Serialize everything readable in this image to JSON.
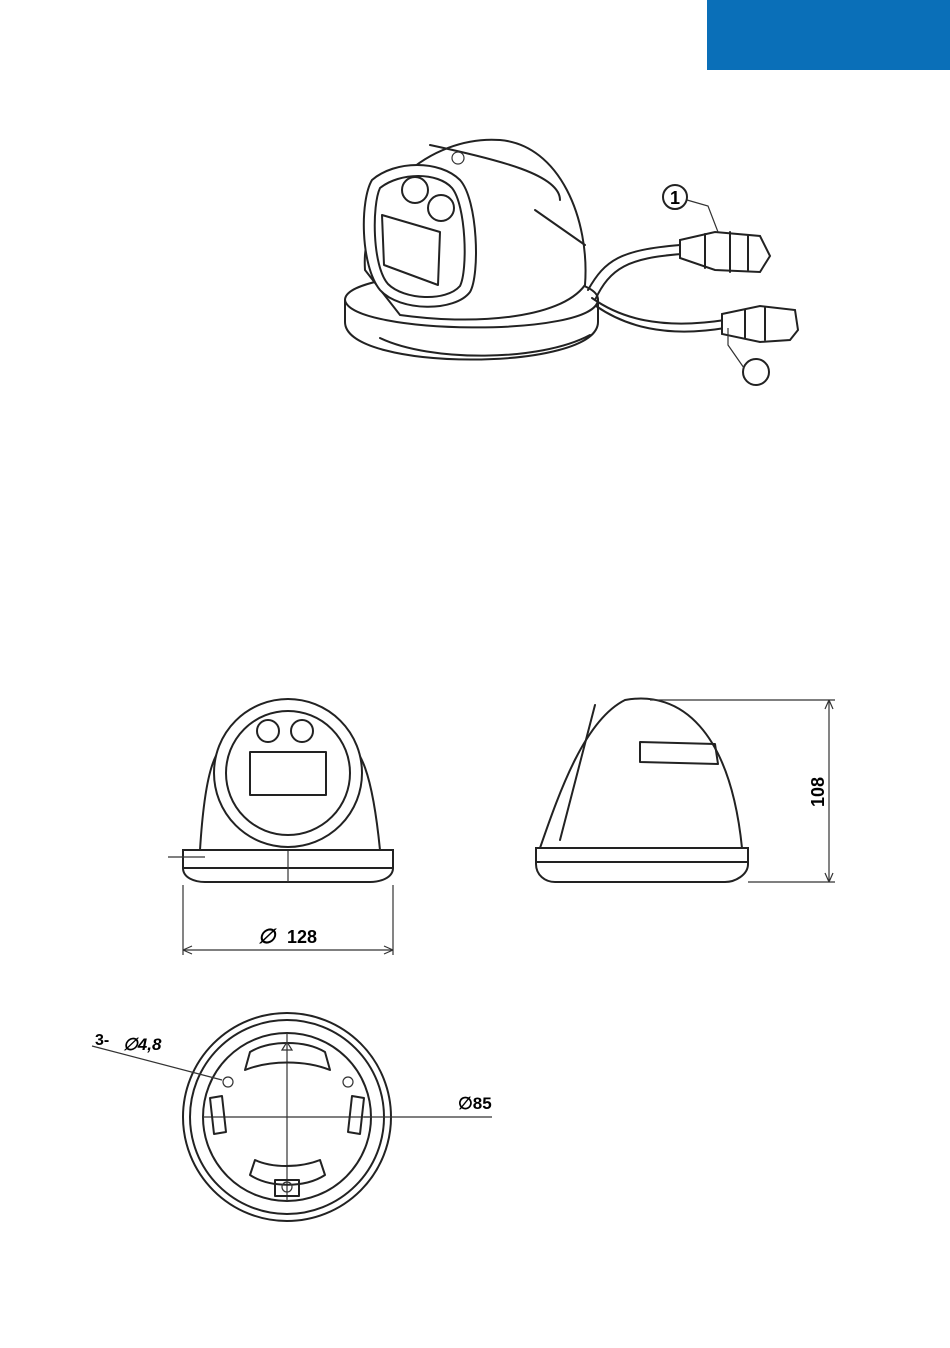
{
  "colors": {
    "accent": "#0a6fb8",
    "line": "#222222"
  },
  "callouts": {
    "c1": "1"
  },
  "dimensions": {
    "width_symbol": "∅",
    "width_value": "128",
    "height": "108",
    "holes_prefix": "3-",
    "holes": "∅4,8",
    "mount": "∅85"
  }
}
